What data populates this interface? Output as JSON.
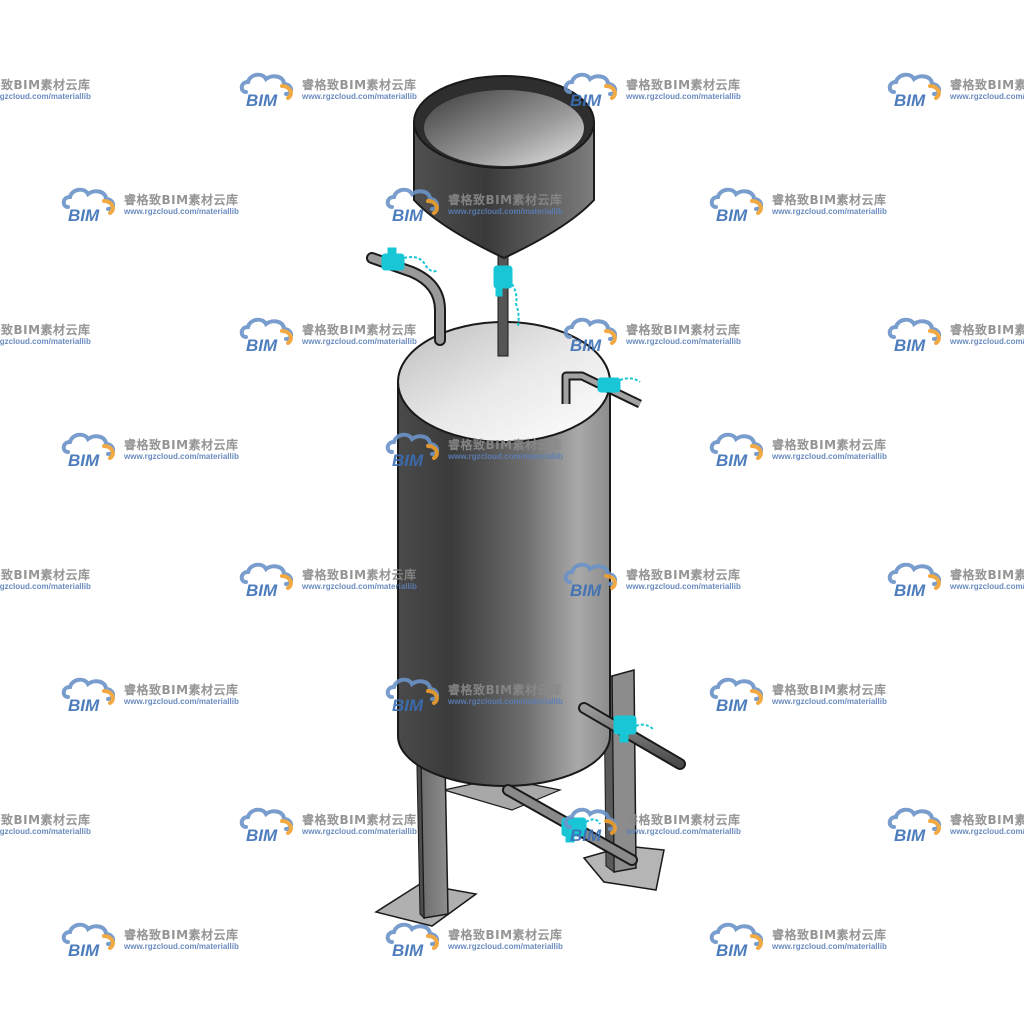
{
  "watermark": {
    "mark": "BIM",
    "brand": "睿格致BIM素材云库",
    "url": "www.rgzcloud.com/materiallib",
    "mark_color": "#3a6fb5",
    "accent_color": "#f0a030",
    "cloud_color": "#6b93c8"
  },
  "colors": {
    "steel_dark": "#3d3d3d",
    "steel_mid": "#7a7a7a",
    "steel_light": "#d8d8d8",
    "valve": "#19c6d6",
    "outline": "#1a1a1a"
  }
}
